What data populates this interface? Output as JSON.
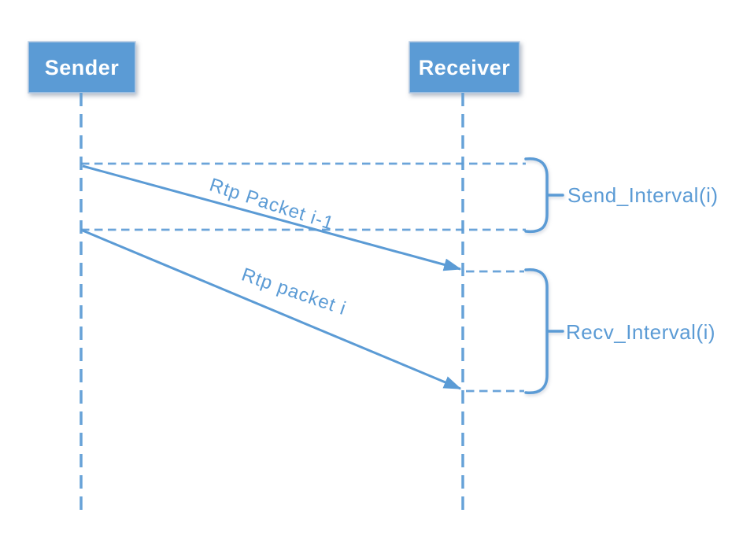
{
  "diagram": {
    "type": "sequence-diagram",
    "actors": [
      {
        "id": "sender",
        "label": "Sender"
      },
      {
        "id": "receiver",
        "label": "Receiver"
      }
    ],
    "messages": [
      {
        "id": "rtp-packet-i-1",
        "label": "Rtp Packet i-1",
        "from": "sender",
        "to": "receiver"
      },
      {
        "id": "rtp-packet-i",
        "label": "Rtp packet i",
        "from": "sender",
        "to": "receiver"
      }
    ],
    "intervals": [
      {
        "id": "send-interval",
        "label": "Send_Interval(i)",
        "side": "sender"
      },
      {
        "id": "recv-interval",
        "label": "Recv_Interval(i)",
        "side": "receiver"
      }
    ],
    "colors": {
      "primary": "#5b9bd5",
      "box_fill": "#5b9bd5",
      "box_text": "#ffffff",
      "background": "#ffffff"
    }
  }
}
